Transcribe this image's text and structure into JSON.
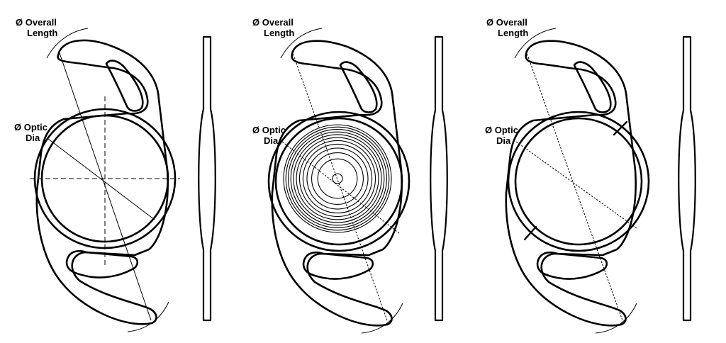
{
  "panels": [
    {
      "id": "panel-1",
      "variant": "standard",
      "labels": {
        "overall_symbol": "Ø",
        "overall_line1": "Overall",
        "overall_line2": "Length",
        "optic_symbol": "Ø",
        "optic_line1": "Optic",
        "optic_line2": "Dia"
      }
    },
    {
      "id": "panel-2",
      "variant": "diffractive-rings",
      "labels": {
        "overall_symbol": "Ø",
        "overall_line1": "Overall",
        "overall_line2": "Length",
        "optic_symbol": "Ø",
        "optic_line1": "Optic",
        "optic_line2": "Dia"
      }
    },
    {
      "id": "panel-3",
      "variant": "toric-marks",
      "labels": {
        "overall_symbol": "Ø",
        "overall_line1": "Overall",
        "overall_line2": "Length",
        "optic_symbol": "Ø",
        "optic_line1": "Optic",
        "optic_line2": "Dia"
      }
    }
  ],
  "colors": {
    "stroke": "#000000",
    "background": "#ffffff"
  }
}
